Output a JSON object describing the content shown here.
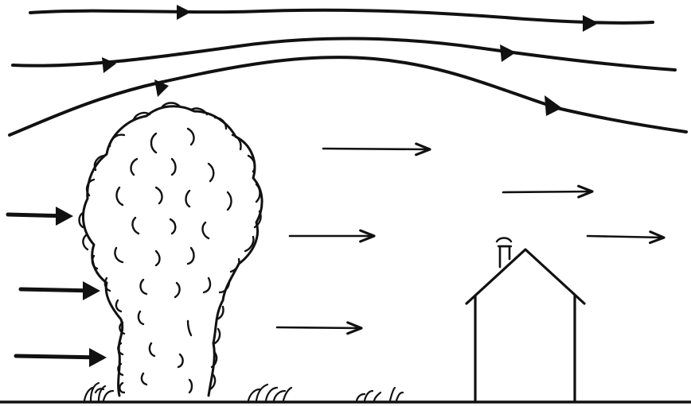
{
  "diagram": {
    "subject": "windbreak-airflow",
    "colors": {
      "ink": "#111111",
      "background": "#ffffff"
    },
    "elements": {
      "upper_streamlines": 3,
      "incoming_wind_arrows": 3,
      "sheltered_zone_arrows": 5,
      "tree": "windbreak-tree",
      "house": "house-icon",
      "chimney": "chimney-icon",
      "ground": "ground-line"
    }
  }
}
